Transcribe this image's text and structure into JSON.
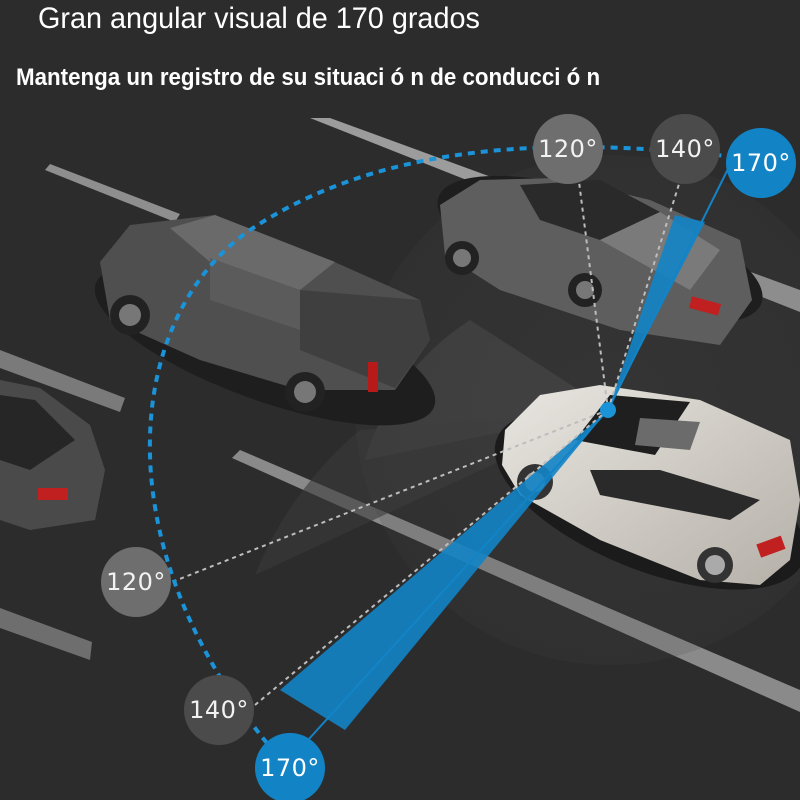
{
  "header": {
    "title": "Gran angular visual de 170 grados",
    "subtitle": "Mantenga un registro de su situaci ó n de conducci ó n"
  },
  "angle_badges_top": [
    {
      "label": "120°"
    },
    {
      "label": "140°"
    },
    {
      "label": "170°"
    }
  ],
  "angle_badges_bottom": [
    {
      "label": "120°"
    },
    {
      "label": "140°"
    },
    {
      "label": "170°"
    }
  ],
  "colors": {
    "accent_blue": "#1284c6",
    "road": "#2c2c2c",
    "badge_120": "#6e6e6e",
    "badge_140": "#4b4b4b"
  }
}
